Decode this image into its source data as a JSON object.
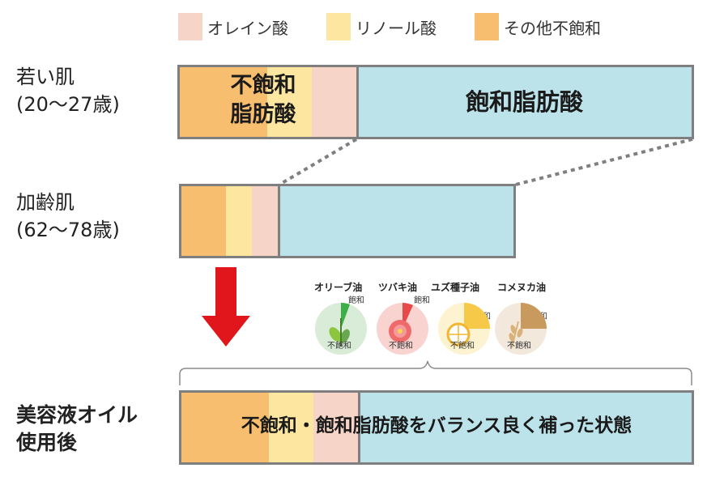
{
  "legend": [
    {
      "label": "オレイン酸",
      "color": "#f7d4c8"
    },
    {
      "label": "リノール酸",
      "color": "#fde7a0"
    },
    {
      "label": "その他不飽和",
      "color": "#f6be6e"
    }
  ],
  "rows": {
    "young": {
      "label": "若い肌\n(20〜27歳)",
      "unsat_text": "不飽和\n脂肪酸",
      "sat_text": "飽和脂肪酸"
    },
    "aged": {
      "label": "加齢肌\n(62〜78歳)"
    },
    "after": {
      "label": "美容液オイル\n使用後",
      "text": "不飽和・飽和脂肪酸をバランス良く補った状態"
    }
  },
  "colors": {
    "oleic": "#f7d4c8",
    "linoleic": "#fde7a0",
    "other_unsat": "#f6be6e",
    "saturated": "#bde3ea",
    "border": "#7f7f7f",
    "arrow": "#e0161c"
  },
  "oils": [
    {
      "name": "オリーブ油",
      "sat_label": "飽和",
      "unsat_label": "不飽和",
      "icon": "olive-icon",
      "tint": "#d8ecd8"
    },
    {
      "name": "ツバキ油",
      "sat_label": "飽和",
      "unsat_label": "不飽和",
      "icon": "camellia-icon",
      "tint": "#f8d3d0"
    },
    {
      "name": "ユズ種子油",
      "sat_label": "飽和",
      "unsat_label": "不飽和",
      "icon": "yuzu-icon",
      "tint": "#fbe3a0"
    },
    {
      "name": "コメヌカ油",
      "sat_label": "飽和",
      "unsat_label": "不飽和",
      "icon": "rice-bran-icon",
      "tint": "#eadcc8"
    }
  ]
}
